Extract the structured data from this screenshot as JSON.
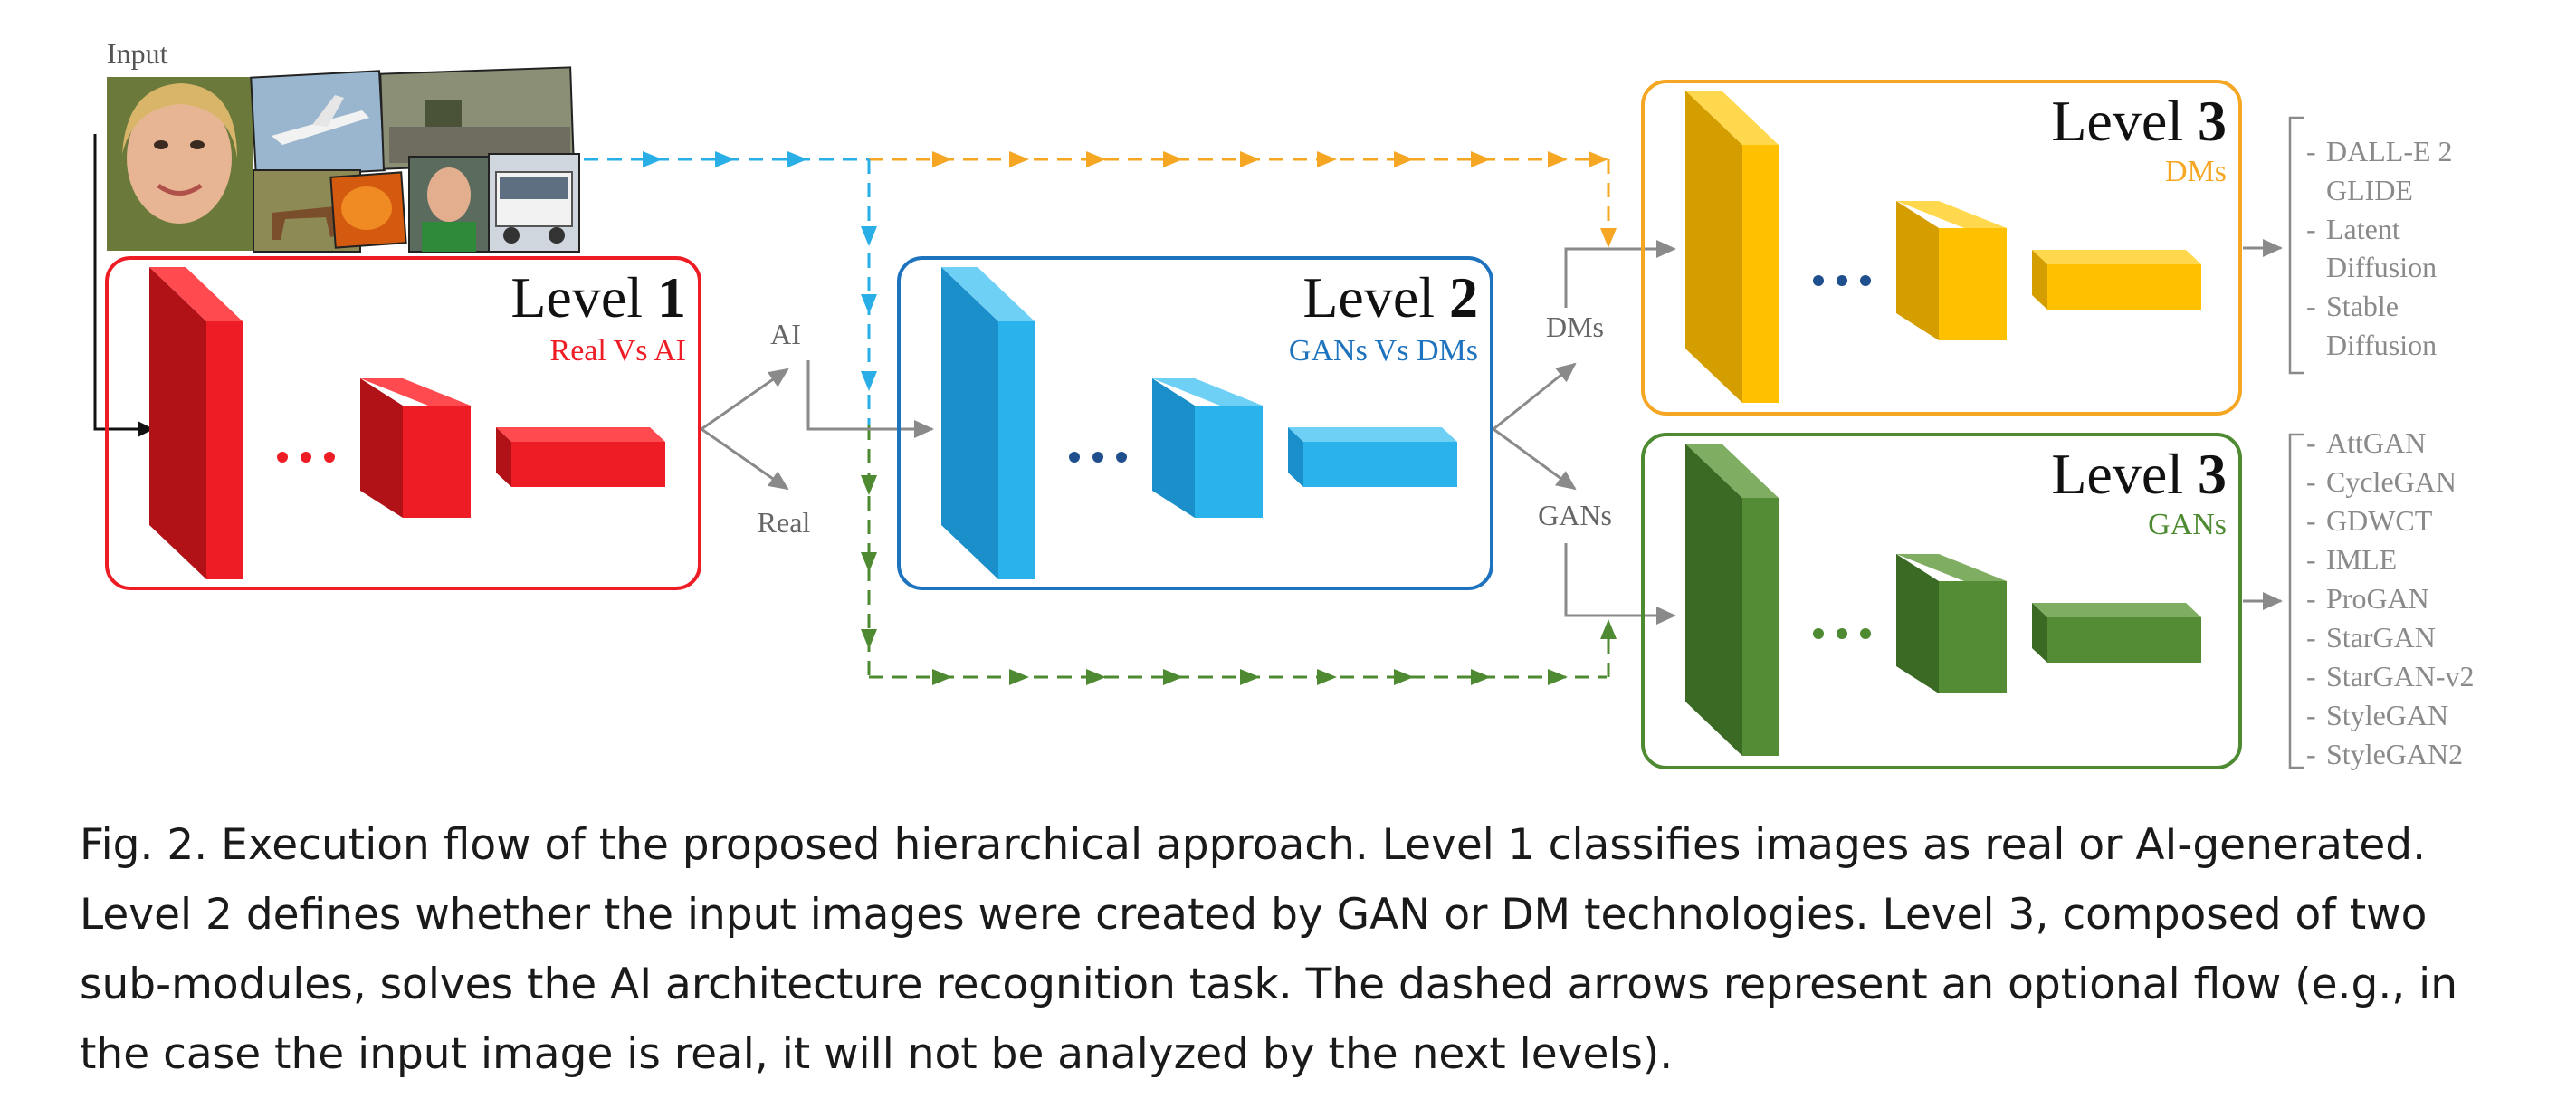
{
  "input": {
    "label": "Input",
    "images": [
      "face",
      "airplane",
      "street-scene",
      "horses",
      "orange-texture",
      "athlete-portrait",
      "bus"
    ]
  },
  "level1": {
    "word": "Level ",
    "num": "1",
    "subtitle": "Real Vs AI",
    "color": "#ee1c24",
    "out_ai": "AI",
    "out_real": "Real"
  },
  "level2": {
    "word": "Level ",
    "num": "2",
    "subtitle": "GANs Vs DMs",
    "color": "#1e73be",
    "out_dms": "DMs",
    "out_gans": "GANs"
  },
  "level3_dm": {
    "word": "Level ",
    "num": "3",
    "subtitle": "DMs",
    "color": "#f5a623",
    "items": [
      "DALL-E 2",
      "GLIDE",
      "Latent",
      "Diffusion",
      "Stable",
      "Diffusion"
    ]
  },
  "level3_gan": {
    "word": "Level ",
    "num": "3",
    "subtitle": "GANs",
    "color": "#4d8a31",
    "items": [
      "AttGAN",
      "CycleGAN",
      "GDWCT",
      "IMLE",
      "ProGAN",
      "StarGAN",
      "StarGAN-v2",
      "StyleGAN",
      "StyleGAN2"
    ]
  },
  "colors": {
    "gray": "#8a8a8a",
    "cyan": "#2aaee6",
    "orange": "#f5a623",
    "green": "#4d8a31"
  },
  "caption": "Fig. 2.  Execution flow of the proposed hierarchical approach. Level 1 classifies images as real or AI-generated. Level 2 defines whether the input images were created by GAN or DM technologies. Level 3, composed of two sub-modules, solves the AI architecture recognition task. The dashed arrows represent an optional flow (e.g., in the case the input image is real, it will not be analyzed by the next levels)."
}
